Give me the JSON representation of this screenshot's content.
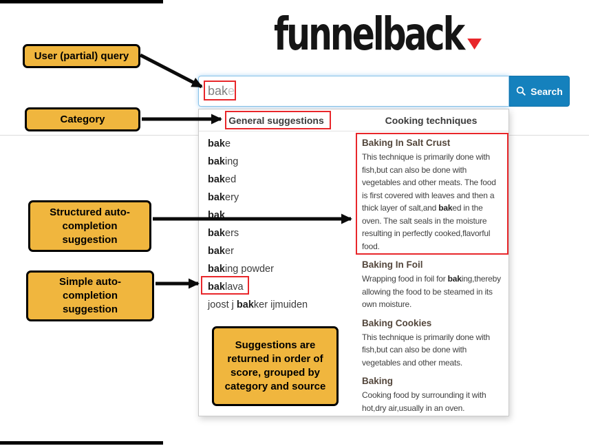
{
  "logo": {
    "text": "funnelback",
    "accent_color": "#e8262a"
  },
  "search": {
    "query": "bak",
    "ghost_hint": "e",
    "button_label": "Search",
    "icon": "magnifier"
  },
  "suggestions": {
    "headers": [
      "General suggestions",
      "Cooking techniques"
    ],
    "simple": [
      {
        "pre": "",
        "match": "bak",
        "post": "e"
      },
      {
        "pre": "",
        "match": "bak",
        "post": "ing"
      },
      {
        "pre": "",
        "match": "bak",
        "post": "ed"
      },
      {
        "pre": "",
        "match": "bak",
        "post": "ery"
      },
      {
        "pre": "",
        "match": "bak",
        "post": ""
      },
      {
        "pre": "",
        "match": "bak",
        "post": "ers"
      },
      {
        "pre": "",
        "match": "bak",
        "post": "er"
      },
      {
        "pre": "",
        "match": "bak",
        "post": "ing powder"
      },
      {
        "pre": "",
        "match": "bak",
        "post": "lava"
      },
      {
        "pre": "joost j ",
        "match": "bak",
        "post": "ker ijmuiden"
      }
    ],
    "structured": [
      {
        "title": "Baking In Salt Crust",
        "desc_pre": "This technique is primarily done with fish,but can also be done with vegetables and other meats. The food is first covered with leaves and then a thick layer of salt,and ",
        "desc_match": "bak",
        "desc_post": "ed in the oven. The salt seals in the moisture resulting in perfectly cooked,flavorful food."
      },
      {
        "title": "Baking In Foil",
        "desc_pre": "Wrapping food in foil for ",
        "desc_match": "bak",
        "desc_post": "ing,thereby allowing the food to be steamed in its own moisture."
      },
      {
        "title": "Baking Cookies",
        "desc_pre": "This technique is primarily done with fish,but can also be done with vegetables and other meats.",
        "desc_match": "",
        "desc_post": ""
      },
      {
        "title": "Baking",
        "desc_pre": "Cooking food by surrounding it with hot,dry air,usually in an oven.",
        "desc_match": "",
        "desc_post": ""
      }
    ]
  },
  "annotations": {
    "user_query": "User (partial) query",
    "category": "Category",
    "structured": "Structured auto-completion suggestion",
    "simple": "Simple auto-completion suggestion",
    "note": "Suggestions are returned in order of score, grouped by category and source"
  },
  "colors": {
    "highlight_red": "#e8262a",
    "callout_yellow": "#f0b63e",
    "button_blue": "#1581bd",
    "logo_accent": "#e8262a"
  }
}
